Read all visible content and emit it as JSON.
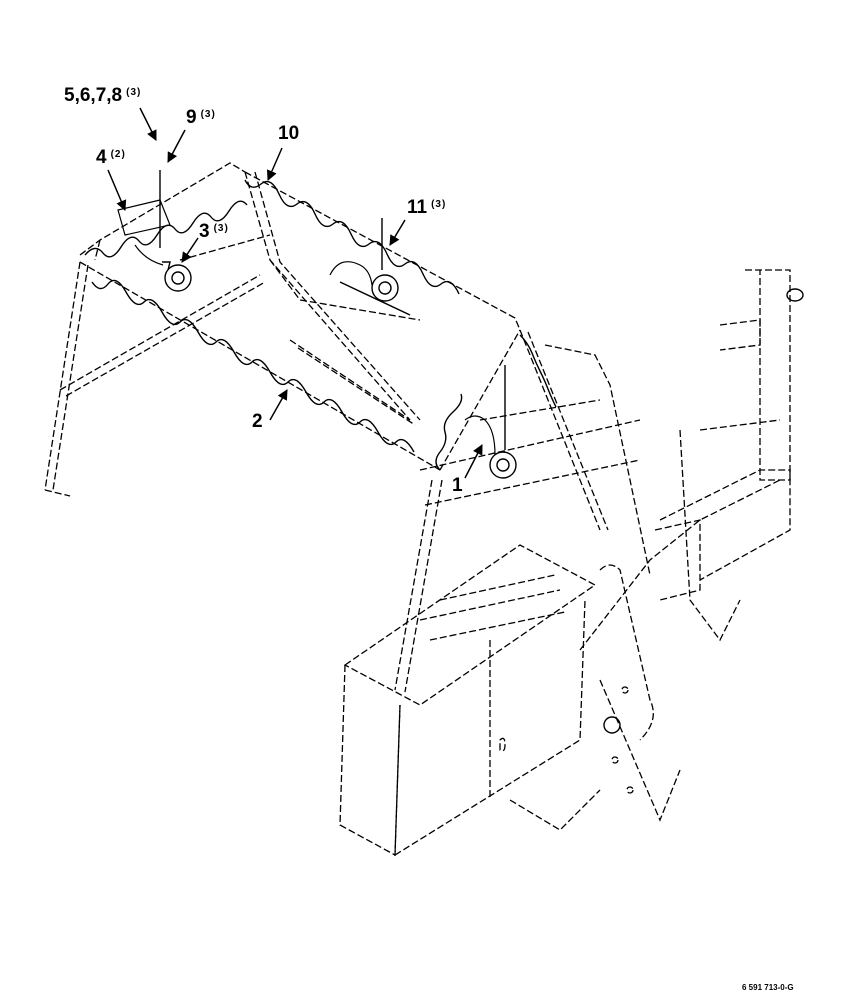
{
  "callouts": [
    {
      "id": "c-5678",
      "number": "5,6,7,8",
      "qty": "(3)"
    },
    {
      "id": "c-9",
      "number": "9",
      "qty": "(3)"
    },
    {
      "id": "c-10",
      "number": "10",
      "qty": ""
    },
    {
      "id": "c-4",
      "number": "4",
      "qty": "(2)"
    },
    {
      "id": "c-3",
      "number": "3",
      "qty": "(3)"
    },
    {
      "id": "c-11",
      "number": "11",
      "qty": "(3)"
    },
    {
      "id": "c-2",
      "number": "2",
      "qty": ""
    },
    {
      "id": "c-1",
      "number": "1",
      "qty": ""
    }
  ],
  "figure_id": "6 591 713-0-G"
}
